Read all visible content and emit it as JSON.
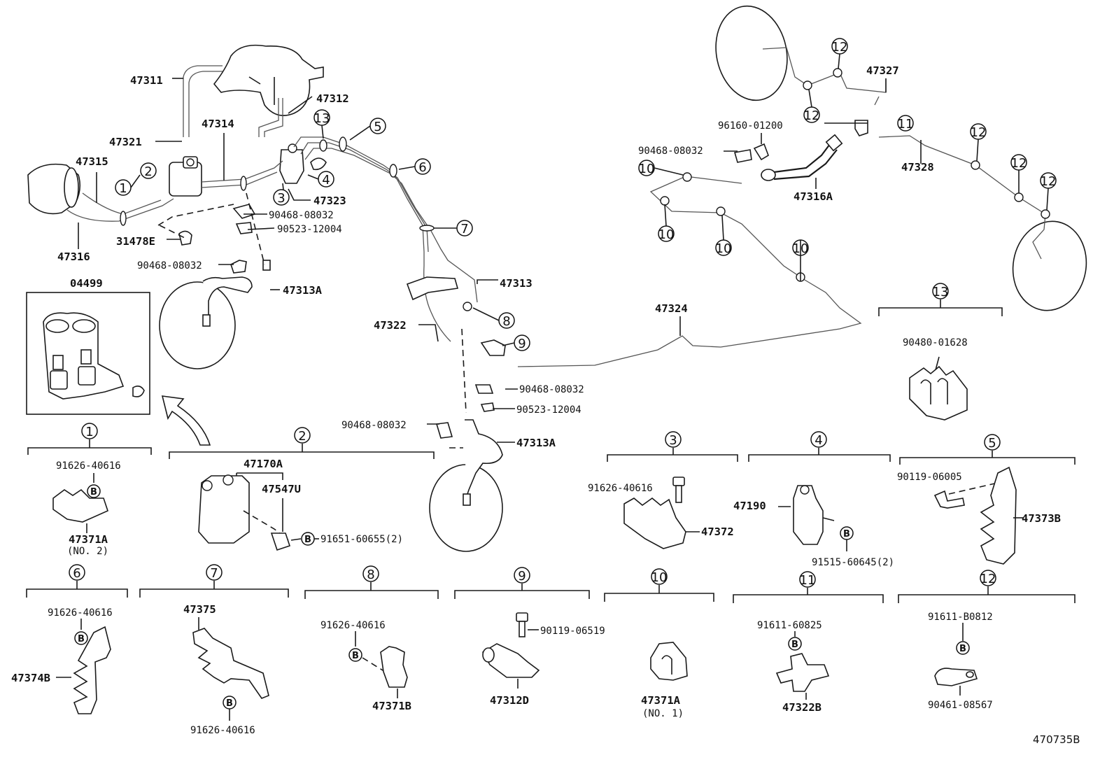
{
  "diagram_code": "470735B",
  "callouts": {
    "c1": "1",
    "c2": "2",
    "c3": "3",
    "c4": "4",
    "c5": "5",
    "c6": "6",
    "c7": "7",
    "c8": "8",
    "c9": "9",
    "c10": "10",
    "c11": "11",
    "c12": "12",
    "c13": "13"
  },
  "b_mark": "B",
  "labels": {
    "p47311": "47311",
    "p47312": "47312",
    "p47314": "47314",
    "p47321": "47321",
    "p47315": "47315",
    "p47323": "47323",
    "p90468_a": "90468-08032",
    "p90523_a": "90523-12004",
    "p31478E": "31478E",
    "p47316": "47316",
    "p90468_b": "90468-08032",
    "p47313A_a": "47313A",
    "p04499": "04499",
    "p47313": "47313",
    "p47322": "47322",
    "p90468_c": "90468-08032",
    "p90523_b": "90523-12004",
    "p90468_d": "90468-08032",
    "p47313A_b": "47313A",
    "p47324": "47324",
    "p47327": "47327",
    "p96160": "96160-01200",
    "p90468_e": "90468-08032",
    "p47316A": "47316A",
    "p47328": "47328",
    "p90480": "90480-01628",
    "s1_bolt": "91626-40616",
    "s1_part": "47371A",
    "s1_note": "(NO. 2)",
    "s2_part": "47170A",
    "s2_sub": "47547U",
    "s2_bolt": "91651-60655(2)",
    "s3_bolt": "91626-40616",
    "s3_part": "47372",
    "s4_part": "47190",
    "s4_bolt": "91515-60645(2)",
    "s5_bolt": "90119-06005",
    "s5_part": "47373B",
    "s6_bolt": "91626-40616",
    "s6_part": "47374B",
    "s7_part": "47375",
    "s7_bolt": "91626-40616",
    "s8_bolt": "91626-40616",
    "s8_part": "47371B",
    "s9_bolt": "90119-06519",
    "s9_part": "47312D",
    "s10_part": "47371A",
    "s10_note": "(NO. 1)",
    "s11_bolt": "91611-60825",
    "s11_part": "47322B",
    "s12_bolt": "91611-B0812",
    "s12_part": "90461-08567"
  }
}
